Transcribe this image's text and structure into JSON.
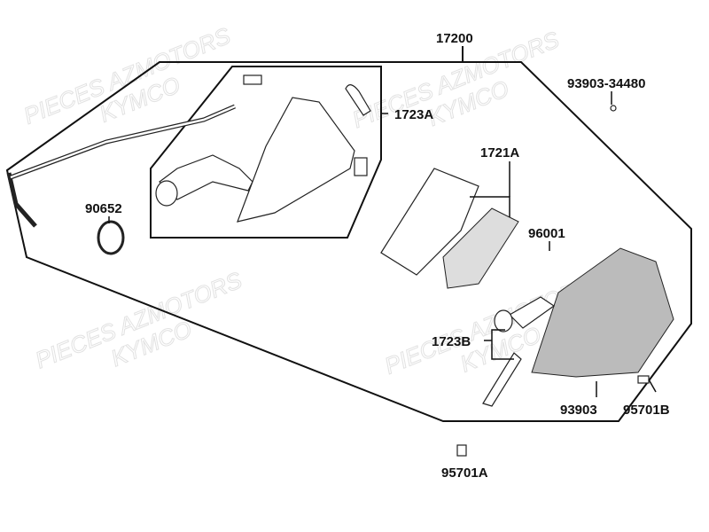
{
  "watermark": {
    "line1": "PIECES AZMOTORS",
    "line2": "KYMCO"
  },
  "labels": {
    "assembly": "17200",
    "bolt_top": "93903-34480",
    "intake_group": "1723A",
    "filter_group": "1721A",
    "clamp": "90652",
    "screw_filter": "96001",
    "duct_group": "1723B",
    "screw_cover": "93903",
    "bolt_b": "95701B",
    "bolt_a": "95701A"
  }
}
